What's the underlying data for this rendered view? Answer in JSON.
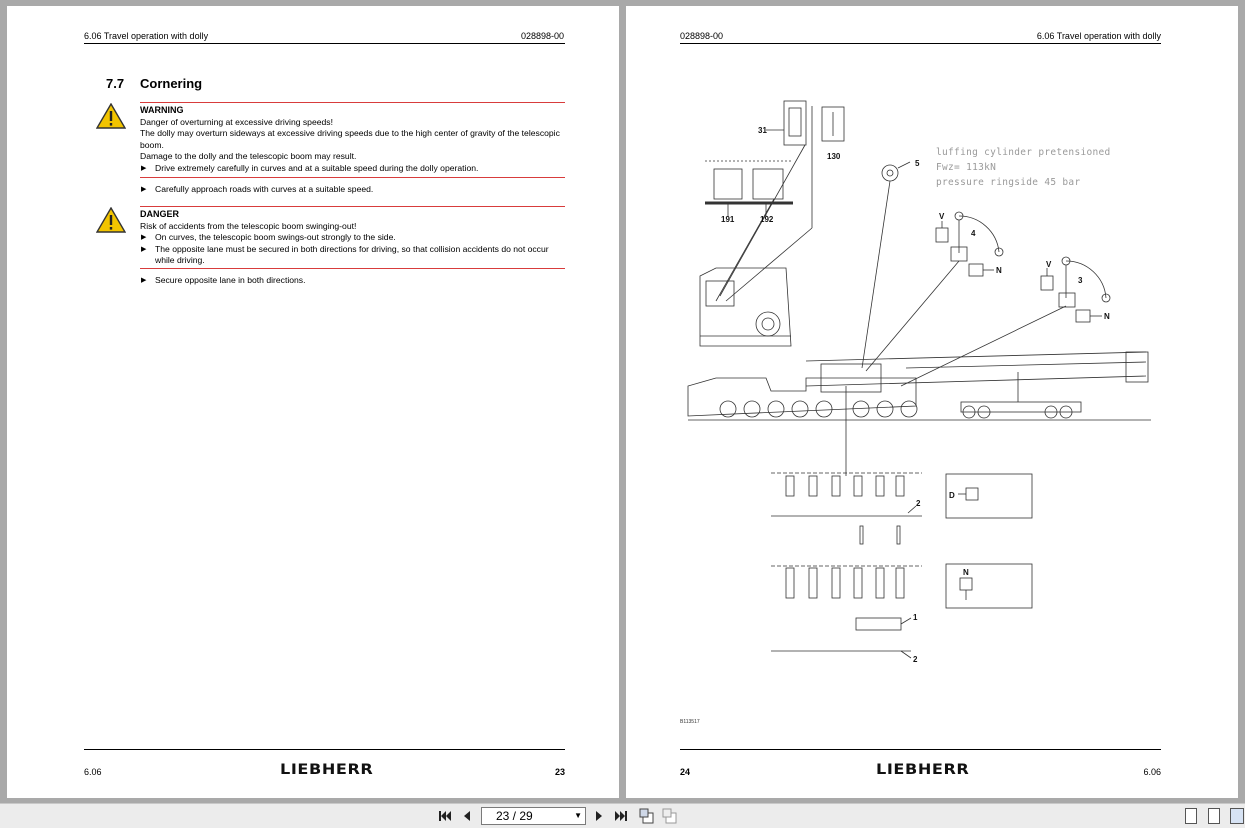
{
  "left_page": {
    "header_left": "6.06 Travel operation with dolly",
    "header_right": "028898-00",
    "section_number": "7.7",
    "section_title": "Cornering",
    "warning": {
      "title": "WARNING",
      "line1": "Danger of overturning at excessive driving speeds!",
      "line2": "The dolly may overturn sideways at excessive driving speeds due to the high center of gravity of the telescopic boom.",
      "line3": "Damage to the dolly and the telescopic boom may result.",
      "bullet": "Drive extremely carefully in curves and at a suitable speed during the dolly operation."
    },
    "step1": "Carefully approach roads with curves at a suitable speed.",
    "danger": {
      "title": "DANGER",
      "line1": "Risk of accidents from the telescopic boom swinging-out!",
      "bullet1": "On curves, the telescopic boom swings-out strongly to the side.",
      "bullet2": "The opposite lane must be secured in both directions for driving, so that collision accidents do not occur while driving."
    },
    "step2": "Secure opposite lane in both directions.",
    "footer_left": "6.06",
    "footer_logo": "LIEBHERR",
    "footer_right": "23"
  },
  "right_page": {
    "header_left": "028898-00",
    "header_right": "6.06 Travel operation with dolly",
    "diagram": {
      "note_line1": "luffing cylinder pretensioned",
      "note_line2": "Fwz= 113kN",
      "note_line3": "pressure ringside 45 bar",
      "callouts": [
        "31",
        "130",
        "5",
        "191",
        "192",
        "4",
        "3",
        "V",
        "N",
        "2",
        "1",
        "D"
      ],
      "figure_id": "B113517"
    },
    "footer_left": "24",
    "footer_logo": "LIEBHERR",
    "footer_right": "6.06"
  },
  "toolbar": {
    "page_indicator": "23 / 29",
    "icons": [
      "first-page-icon",
      "previous-page-icon",
      "next-page-icon",
      "last-page-icon",
      "rotate-icon",
      "fit-icon",
      "single-page-view-icon",
      "continuous-view-icon",
      "two-page-view-icon"
    ]
  }
}
